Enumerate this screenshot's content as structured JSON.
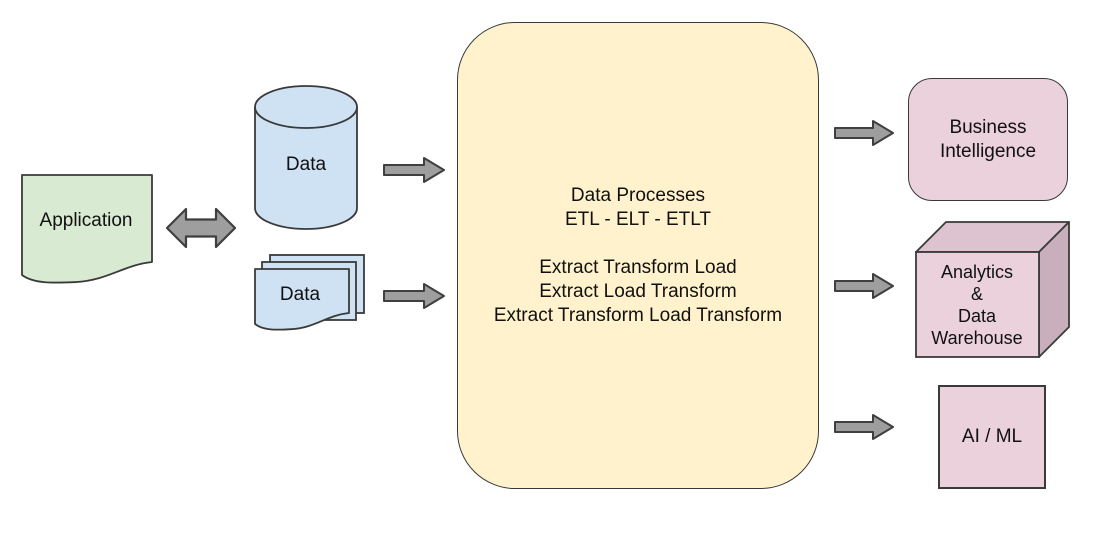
{
  "diagram": {
    "application": {
      "label": "Application"
    },
    "data_cylinder": {
      "label": "Data"
    },
    "data_files": {
      "label": "Data"
    },
    "process_box": {
      "title_line1": "Data Processes",
      "title_line2": "ETL - ELT - ETLT",
      "detail_lines": [
        "Extract Transform Load",
        "Extract Load Transform",
        "Extract Transform Load Transform"
      ]
    },
    "outputs": {
      "business_intelligence": {
        "line1": "Business",
        "line2": "Intelligence"
      },
      "analytics_warehouse": {
        "lines": [
          "Analytics",
          "&",
          "Data",
          "Warehouse"
        ]
      },
      "ai_ml": {
        "label": "AI / ML"
      }
    },
    "colors": {
      "application_fill": "#d9ead3",
      "data_fill": "#cfe2f3",
      "process_fill": "#fff2cc",
      "output_fill": "#ead1dc",
      "cube_top_fill": "#ddc3cf",
      "cube_side_fill": "#c9afbc",
      "arrow_fill": "#9e9e9e",
      "arrow_stroke": "#4d4d4d",
      "shape_stroke": "#3a3a3a",
      "background": "#ffffff"
    }
  }
}
